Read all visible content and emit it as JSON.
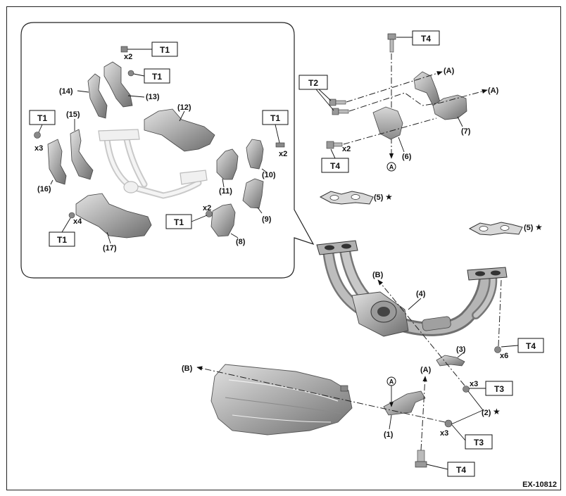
{
  "figure_code": "EX-10812",
  "torque": {
    "T1": "T1",
    "T2": "T2",
    "T3": "T3",
    "T4": "T4"
  },
  "parts": {
    "p1": "(1)",
    "p2": "(2)",
    "p3": "(3)",
    "p4": "(4)",
    "p5": "(5)",
    "p6": "(6)",
    "p7": "(7)",
    "p8": "(8)",
    "p9": "(9)",
    "p10": "(10)",
    "p11": "(11)",
    "p12": "(12)",
    "p13": "(13)",
    "p14": "(14)",
    "p15": "(15)",
    "p16": "(16)",
    "p17": "(17)"
  },
  "qty": {
    "x2": "x2",
    "x3": "x3",
    "x4": "x4",
    "x6": "x6"
  },
  "refs": {
    "A": "(A)",
    "B": "(B)",
    "A_circle": "A"
  },
  "star": "★"
}
